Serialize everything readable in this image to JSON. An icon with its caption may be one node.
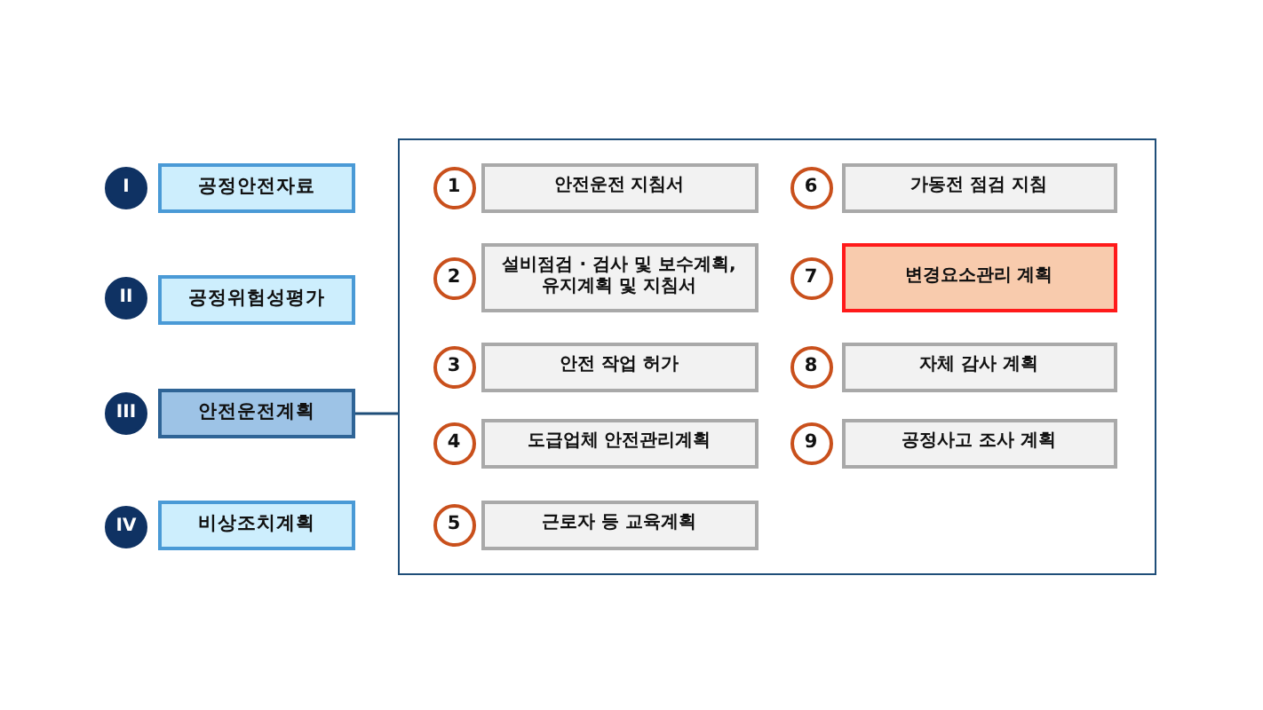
{
  "diagram": {
    "nodes": [
      {
        "text": [
          "I"
        ]
      },
      {
        "text": [
          "공정안전자료"
        ]
      },
      {
        "text": [
          "II"
        ]
      },
      {
        "text": [
          "공정위험성평가"
        ]
      },
      {
        "text": [
          "III"
        ]
      },
      {
        "text": [
          "안전운전계획"
        ]
      },
      {
        "text": [
          "IV"
        ]
      },
      {
        "text": [
          "비상조치계획"
        ]
      },
      {
        "text": [],
        "shape": "box"
      },
      {
        "text": [
          "1"
        ],
        "in": 8
      },
      {
        "text": [
          "안전운전 지침서"
        ],
        "in": 8
      },
      {
        "text": [
          "2"
        ],
        "in": 8
      },
      {
        "text": [
          "설비점검 · 검사 및 보수계획, 유지계획 및 지침서"
        ],
        "in": 8
      },
      {
        "text": [
          "3"
        ],
        "in": 8
      },
      {
        "text": [
          "안전 작업 허가"
        ],
        "in": 8
      },
      {
        "text": [
          "4"
        ],
        "in": 8
      },
      {
        "text": [
          "도급업체 안전관리계획"
        ],
        "in": 8
      },
      {
        "text": [
          "5"
        ],
        "in": 8
      },
      {
        "text": [
          "근로자 등 교육계획"
        ],
        "in": 8
      },
      {
        "text": [
          "6"
        ],
        "in": 8
      },
      {
        "text": [
          "가동전 점검 지침"
        ],
        "in": 8
      },
      {
        "text": [
          "7"
        ],
        "in": 8
      },
      {
        "text": [
          "변경요소관리 계획"
        ],
        "in": 8
      },
      {
        "text": [
          "8"
        ],
        "in": 8
      },
      {
        "text": [
          "자체 감사 계획"
        ],
        "in": 8
      },
      {
        "text": [
          "9"
        ],
        "in": 8
      },
      {
        "text": [
          "공정사고 조사 계획"
        ],
        "in": 8
      }
    ],
    "edges": [
      {
        "from": 5,
        "to": 8,
        "arrow": "none"
      }
    ]
  }
}
